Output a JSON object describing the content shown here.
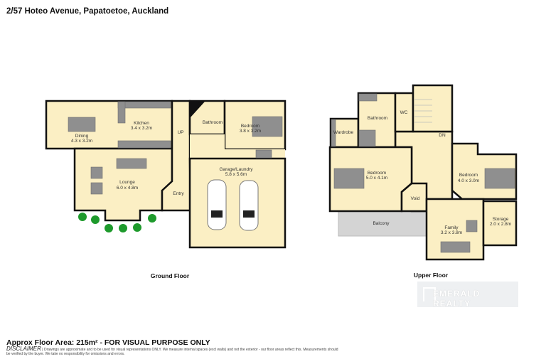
{
  "header": {
    "title": "2/57 Hoteo Avenue, Papatoetoe, Auckland"
  },
  "ground_floor": {
    "label": "Ground Floor",
    "rooms": {
      "dining": {
        "name": "Dining",
        "size": "4.3 x 3.2m"
      },
      "kitchen": {
        "name": "Kitchen",
        "size": "3.4 x 3.2m"
      },
      "lounge": {
        "name": "Lounge",
        "size": "6.0 x 4.8m"
      },
      "bathroom": {
        "name": "Bathroom"
      },
      "bedroom": {
        "name": "Bedroom",
        "size": "3.8 x 3.2m"
      },
      "garage": {
        "name": "Garage/Laundry",
        "size": "5.8 x 5.6m"
      },
      "entry": {
        "name": "Entry"
      },
      "stairs": {
        "name": "UP"
      }
    }
  },
  "upper_floor": {
    "label": "Upper  Floor",
    "rooms": {
      "wardrobe": {
        "name": "Wardrobe"
      },
      "bathroom": {
        "name": "Bathroom"
      },
      "wc": {
        "name": "WC"
      },
      "stairs": {
        "name": "DN"
      },
      "bedroom1": {
        "name": "Bedroom",
        "size": "5.0 x 4.1m"
      },
      "bedroom2": {
        "name": "Bedroom",
        "size": "4.0 x 3.0m"
      },
      "void": {
        "name": "Void"
      },
      "balcony": {
        "name": "Balcony"
      },
      "family": {
        "name": "Family",
        "size": "3.2 x 3.8m"
      },
      "storage": {
        "name": "Storage",
        "size": "2.0 x 2.8m"
      }
    }
  },
  "logo": {
    "text": "EMERALD REALTY"
  },
  "footer": {
    "area": "Approx Floor Area: 215m² - FOR VISUAL PURPOSE ONLY",
    "disclaimer_label": "DISCLAIMER",
    "disclaimer": "| Drawings are approximate and to be used for visual representations ONLY. We measure internal spaces (excl walls) and not the exterior - our floor areas reflect this. Measurements should be verified by the buyer. We take no responsibility for omissions and errors."
  },
  "colors": {
    "floor": "#fbefc4",
    "walls": "#111111",
    "furniture": "#8f8f8f",
    "plants": "#1e9a2c",
    "balcony": "#d4d4d4"
  }
}
